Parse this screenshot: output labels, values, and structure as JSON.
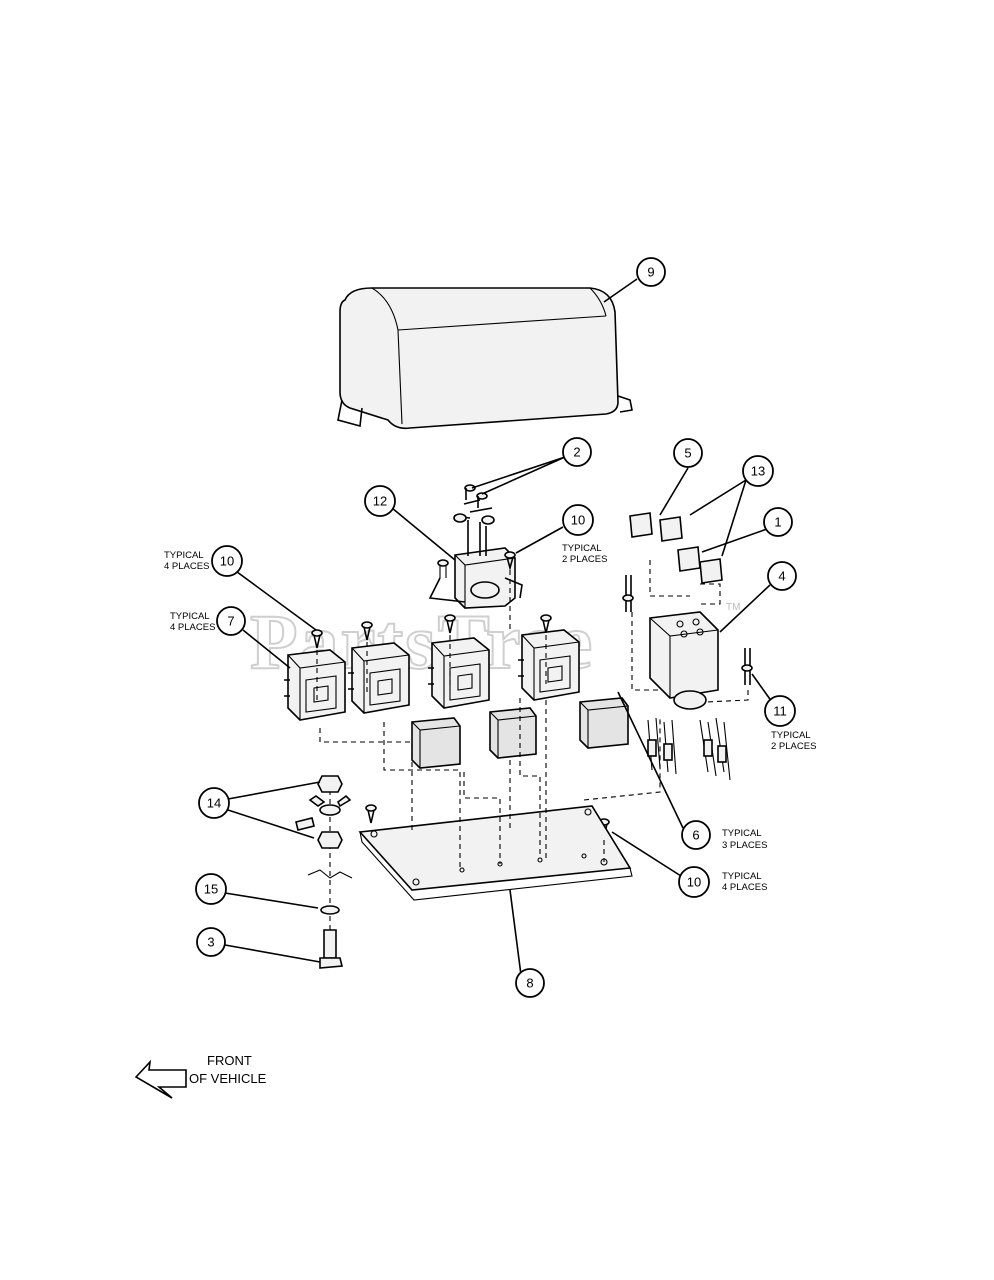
{
  "watermark": {
    "text": "PartsTree",
    "tm": "TM"
  },
  "callouts": {
    "c1": "1",
    "c2": "2",
    "c3": "3",
    "c4": "4",
    "c5": "5",
    "c6": "6",
    "c7": "7",
    "c8": "8",
    "c9": "9",
    "c10a": "10",
    "c10b": "10",
    "c10c": "10",
    "c11": "11",
    "c12": "12",
    "c13": "13",
    "c14": "14",
    "c15": "15"
  },
  "notes": {
    "typical": "TYPICAL",
    "places2": "2 PLACES",
    "places3": "3  PLACES",
    "places4": "4 PLACES"
  },
  "front": {
    "line1": "FRONT",
    "line2": "OF VEHICLE"
  }
}
